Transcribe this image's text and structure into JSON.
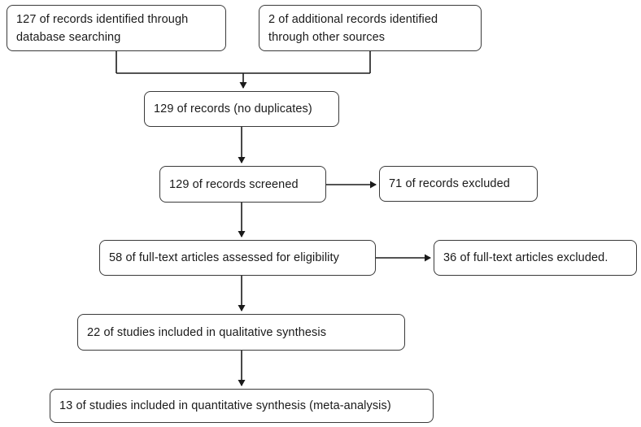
{
  "figure": {
    "kind": "prisma-study-selection-flow-diagram",
    "background_color": "#ffffff",
    "box_border_color": "#3a3a3a",
    "text_color": "#1a1a1a",
    "arrow_color": "#1a1a1a",
    "nodes": [
      {
        "id": "records-identified-database",
        "label": "127 of records identified through database searching"
      },
      {
        "id": "records-identified-other",
        "label": "2 of additional records identified through other sources"
      },
      {
        "id": "records-no-duplicates",
        "label": "129 of records (no duplicates)"
      },
      {
        "id": "records-screened",
        "label": "129 of records screened"
      },
      {
        "id": "records-excluded",
        "label": "71 of records excluded"
      },
      {
        "id": "fulltext-assessed",
        "label": "58 of full-text articles assessed for eligibility"
      },
      {
        "id": "fulltext-excluded",
        "label": "36 of full-text articles excluded."
      },
      {
        "id": "qualitative-synthesis",
        "label": "22 of studies included in qualitative synthesis"
      },
      {
        "id": "quantitative-synthesis",
        "label": "13 of studies included in quantitative synthesis (meta-analysis)"
      }
    ],
    "edges": [
      {
        "from": "records-identified-database",
        "to": "records-no-duplicates"
      },
      {
        "from": "records-identified-other",
        "to": "records-no-duplicates"
      },
      {
        "from": "records-no-duplicates",
        "to": "records-screened"
      },
      {
        "from": "records-screened",
        "to": "records-excluded"
      },
      {
        "from": "records-screened",
        "to": "fulltext-assessed"
      },
      {
        "from": "fulltext-assessed",
        "to": "fulltext-excluded"
      },
      {
        "from": "fulltext-assessed",
        "to": "qualitative-synthesis"
      },
      {
        "from": "qualitative-synthesis",
        "to": "quantitative-synthesis"
      }
    ]
  }
}
